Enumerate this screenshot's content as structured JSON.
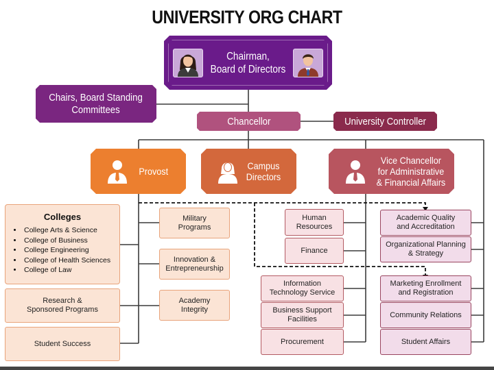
{
  "title": "UNIVERSITY ORG CHART",
  "colors": {
    "chairman": "#6a1b8a",
    "committees": "#7a2680",
    "chancellor": "#b0527e",
    "controller": "#8a2a4c",
    "provost": "#ec7f2f",
    "campus": "#d3683c",
    "vice": "#b8555f",
    "provost_units": "#fbe4d5",
    "vice_units_left": "#f8e1e4",
    "vice_units_right": "#f2dcea"
  },
  "top": {
    "chairman_line1": "Chairman,",
    "chairman_line2": "Board of Directors",
    "committees_line1": "Chairs, Board Standing",
    "committees_line2": "Committees",
    "chancellor": "Chancellor",
    "controller": "University Controller"
  },
  "level3": {
    "provost": "Provost",
    "campus_line1": "Campus",
    "campus_line2": "Directors",
    "vice_line1": "Vice Chancellor",
    "vice_line2": "for Administrative",
    "vice_line3": "& Financial Affairs"
  },
  "provost_units": {
    "colleges_title": "Colleges",
    "colleges": [
      "College Arts & Science",
      "College of Business",
      "College Engineering",
      "College of Health Sciences",
      "College of Law"
    ],
    "research_line1": "Research &",
    "research_line2": "Sponsored Programs",
    "student_success": "Student Success",
    "military_line1": "Military",
    "military_line2": "Programs",
    "innovation_line1": "Innovation &",
    "innovation_line2": "Entrepreneurship",
    "academy_line1": "Academy",
    "academy_line2": "Integrity"
  },
  "vice_units": {
    "hr_line1": "Human",
    "hr_line2": "Resources",
    "finance": "Finance",
    "it_line1": "Information",
    "it_line2": "Technology Service",
    "bsf_line1": "Business Support",
    "bsf_line2": "Facilities",
    "procurement": "Procurement",
    "aqa_line1": "Academic Quality",
    "aqa_line2": "and Accreditation",
    "ops_line1": "Organizational Planning",
    "ops_line2": "& Strategy",
    "mer_line1": "Marketing Enrollment",
    "mer_line2": "and Registration",
    "community": "Community Relations",
    "student_affairs": "Student Affairs"
  }
}
